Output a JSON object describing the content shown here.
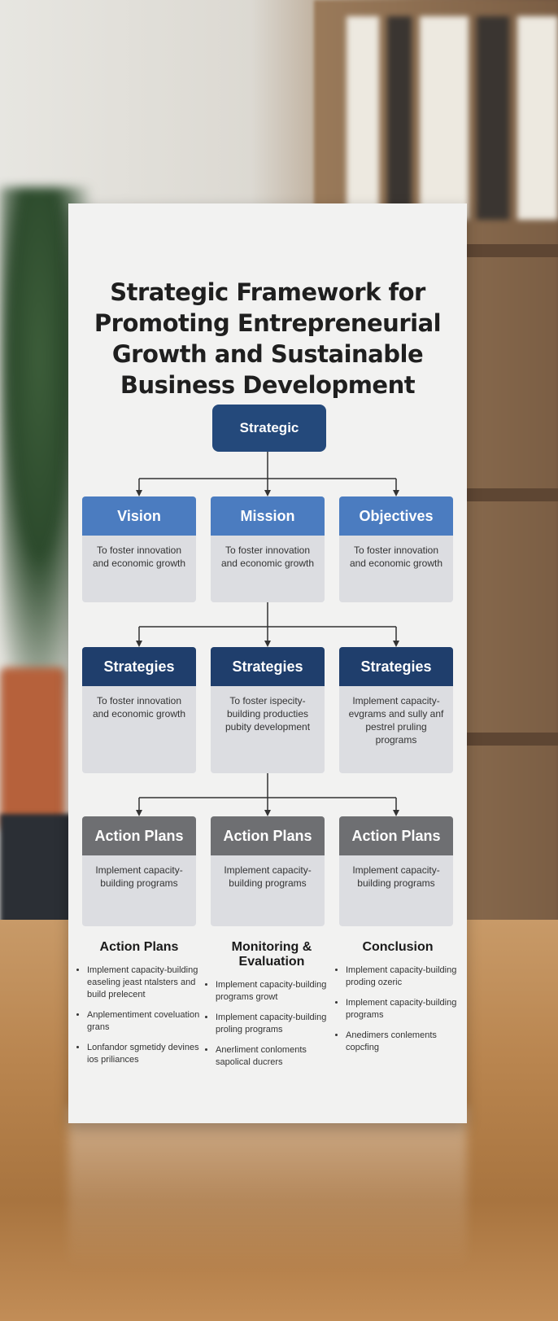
{
  "title": "Strategic Framework for Promoting Entrepreneurial Growth and Sustainable Business Development",
  "root": "Strategic",
  "row1": [
    {
      "header": "Vision",
      "body": "To foster innovation and economic growth"
    },
    {
      "header": "Mission",
      "body": "To foster innovation and economic growth"
    },
    {
      "header": "Objectives",
      "body": "To foster innovation and economic growth"
    }
  ],
  "row2": [
    {
      "header": "Strategies",
      "body": "To foster innovation and economic growth"
    },
    {
      "header": "Strategies",
      "body": "To foster ispecity-building producties pubity development"
    },
    {
      "header": "Strategies",
      "body": "Implement capacity-evgrams and sully anf pestrel pruling programs"
    }
  ],
  "row3": [
    {
      "header": "Action Plans",
      "body": "Implement capacity-building programs"
    },
    {
      "header": "Action Plans",
      "body": "Implement capacity-building programs"
    },
    {
      "header": "Action Plans",
      "body": "Implement capacity-building programs"
    }
  ],
  "bottom": [
    {
      "heading": "Action Plans",
      "items": [
        "Implement capacity-building easeling jeast ntalsters and build prelecent",
        "Anplementiment coveluation grans",
        "Lonfandor sgmetidy devines ios priliances"
      ]
    },
    {
      "heading": "Monitoring & Evaluation",
      "items": [
        "Implement capacity-building programs growt",
        "Implement capacity-building proling programs",
        "Anerliment conloments sapolical ducrers"
      ]
    },
    {
      "heading": "Conclusion",
      "items": [
        "Implement capacity-building proding ozeric",
        "Implement capacity-building programs",
        "Anedimers conlements copcfing"
      ]
    }
  ]
}
